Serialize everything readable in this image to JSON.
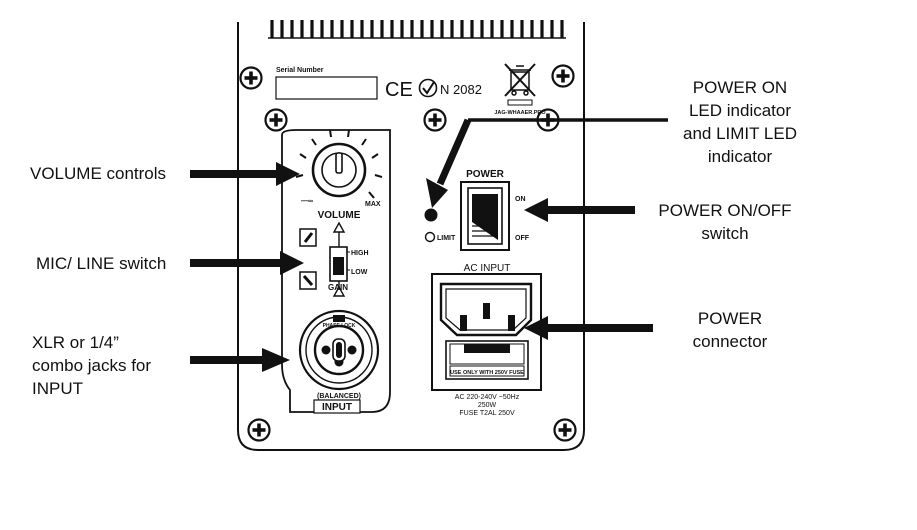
{
  "panel": {
    "serial_label": "Serial Number",
    "ce_mark": "CE",
    "cert_number": "N 2082",
    "weee_code": "JAG-WHAAER.PRO",
    "volume_label": "VOLUME",
    "vol_min": "—∞",
    "vol_max": "MAX",
    "gain_label": "GAIN",
    "gain_high": "HIGH",
    "gain_low": "LOW",
    "jack_label": "PHASE LOCK",
    "balanced_label": "(BALANCED)",
    "input_label": "INPUT",
    "power_label": "POWER",
    "on_label": "ON",
    "off_label": "OFF",
    "limit_label": "LIMIT",
    "ac_input_label": "AC INPUT",
    "fuse_warning": "USE ONLY WITH 250V FUSE",
    "rating_line1": "AC 220-240V ~50Hz",
    "rating_line2": "250W",
    "rating_line3": "FUSE T2AL 250V"
  },
  "callouts": {
    "volume": "VOLUME controls",
    "mic_line": "MIC/ LINE switch",
    "xlr_1": "XLR or 1/4”",
    "xlr_2": "combo jacks for",
    "xlr_3": "INPUT",
    "power_led_1": "POWER ON",
    "power_led_2": "LED indicator",
    "power_led_3": "and LIMIT LED",
    "power_led_4": "indicator",
    "power_switch_1": "POWER ON/OFF",
    "power_switch_2": "switch",
    "power_conn_1": "POWER",
    "power_conn_2": "connector"
  },
  "colors": {
    "ink": "#111111",
    "background": "#ffffff"
  }
}
